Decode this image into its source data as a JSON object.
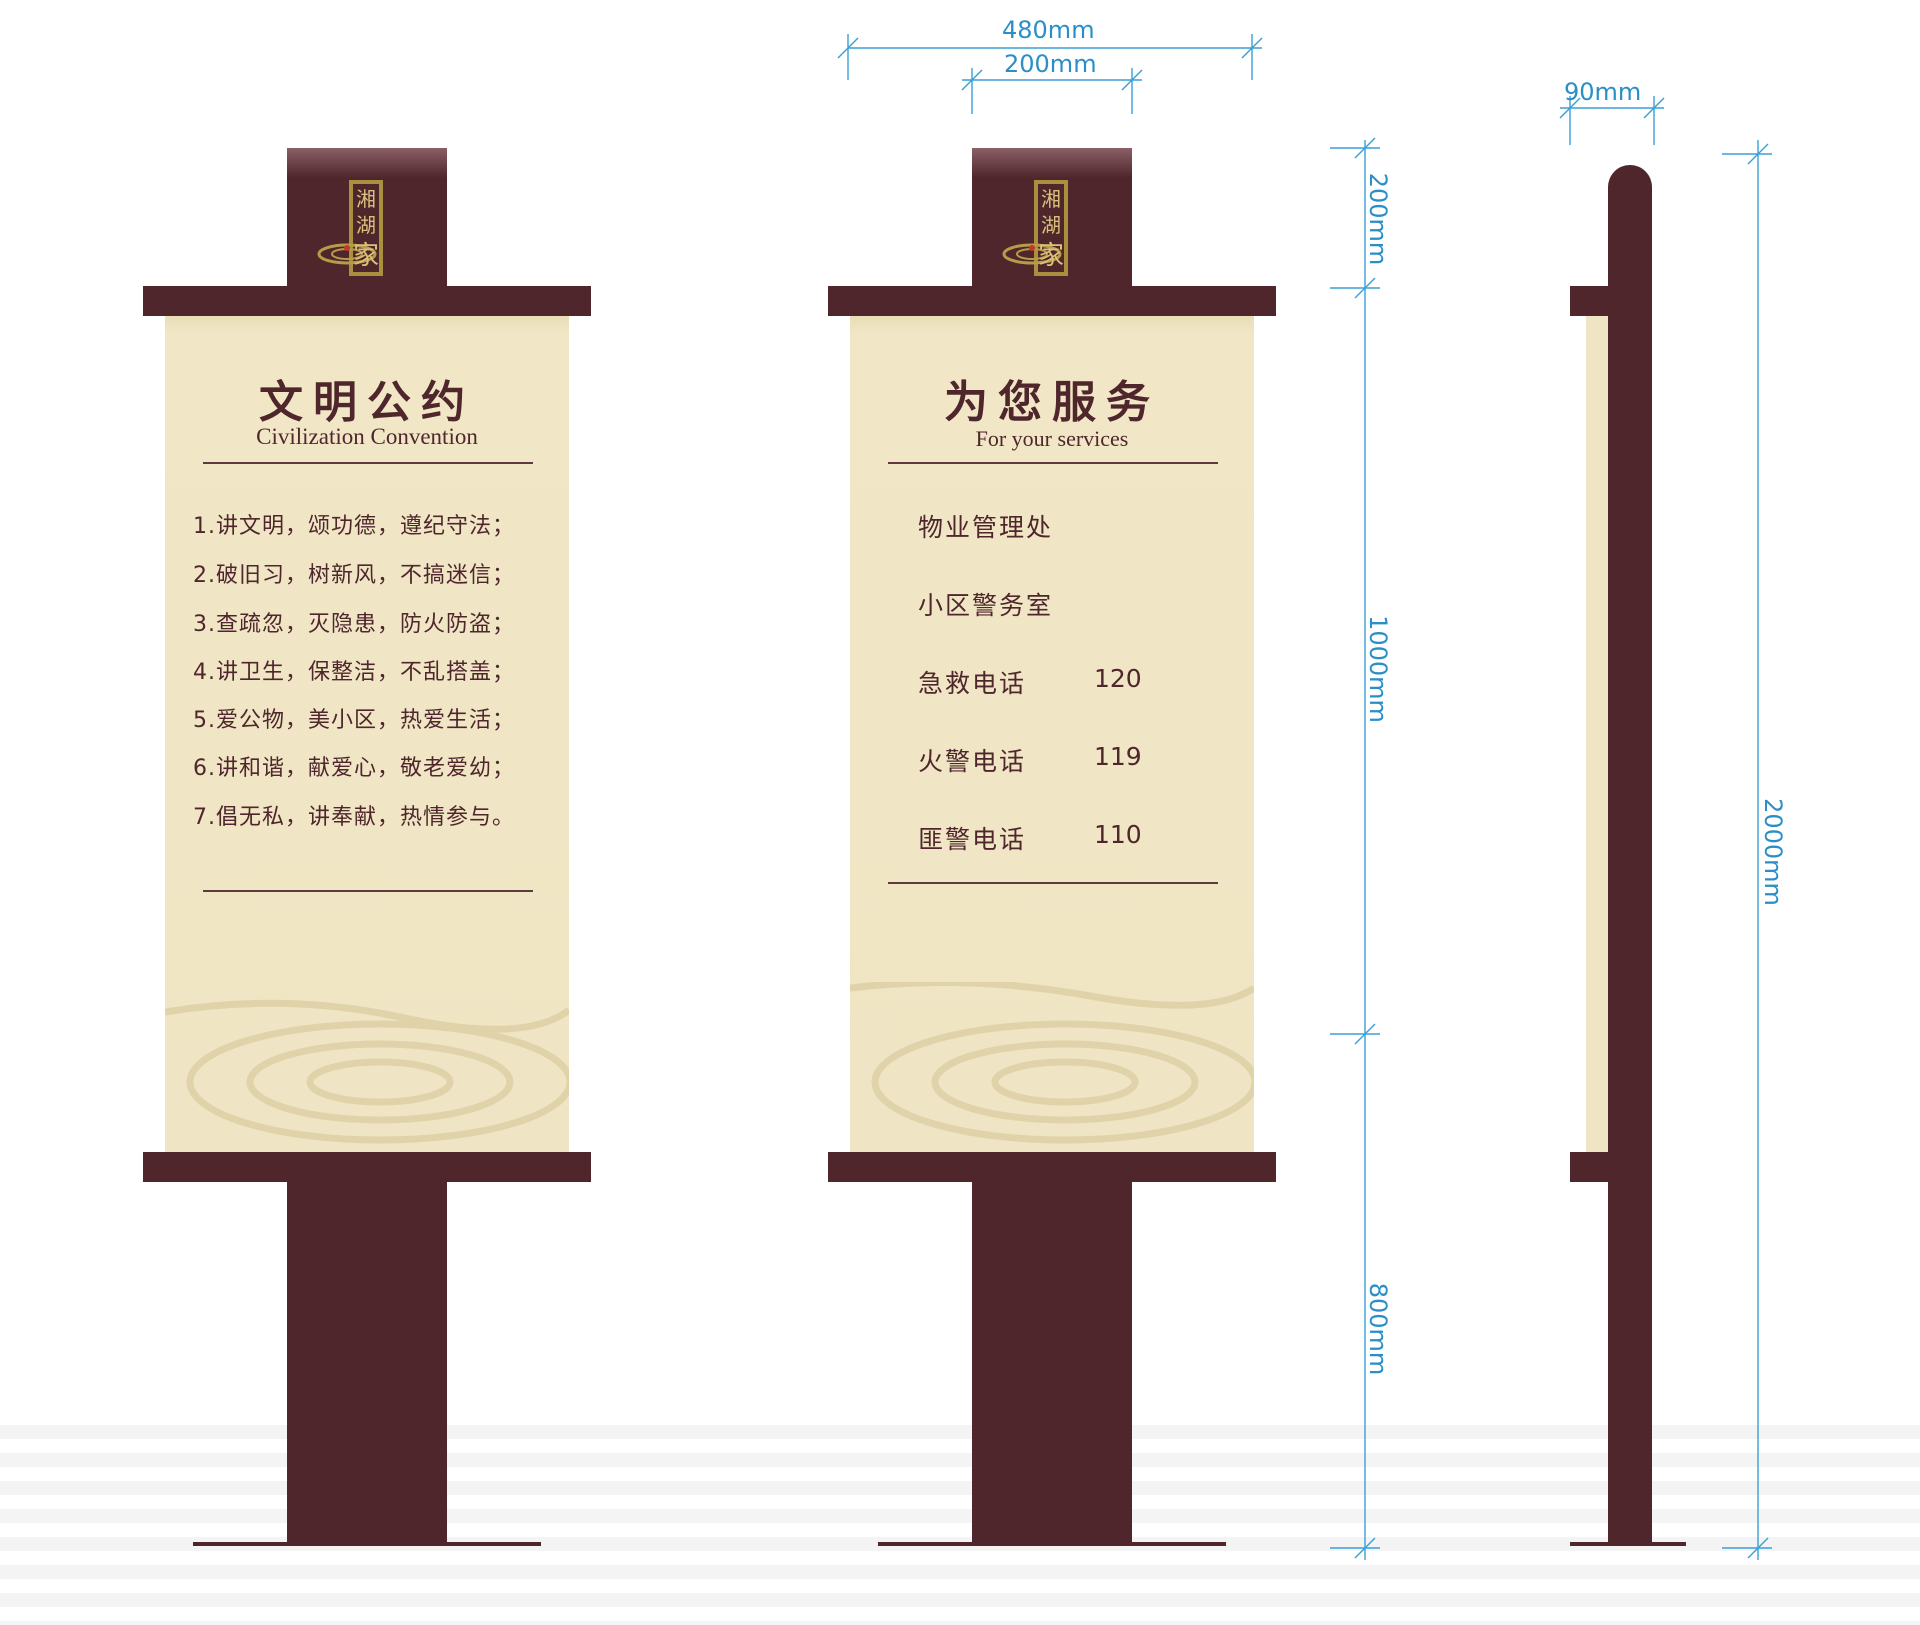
{
  "colors": {
    "frame": "#4e262c",
    "panel": "#efe5c4",
    "dimension": "#2a8fc8"
  },
  "logo": {
    "glyphs": [
      "湘",
      "湖",
      "家"
    ],
    "icon": "xianghu-logo-icon"
  },
  "sign_left": {
    "title_cn": "文明公约",
    "title_en": "Civilization Convention",
    "rules": [
      "1.讲文明，颂功德，遵纪守法；",
      "2.破旧习，树新风，不搞迷信；",
      "3.查疏忽，灭隐患，防火防盗；",
      "4.讲卫生，保整洁，不乱搭盖；",
      "5.爱公物，美小区，热爱生活；",
      "6.讲和谐，献爱心，敬老爱幼；",
      "7.倡无私，讲奉献，热情参与。"
    ]
  },
  "sign_center": {
    "title_cn": "为您服务",
    "title_en": "For your services",
    "services": [
      {
        "label": "物业管理处",
        "number": ""
      },
      {
        "label": "小区警务室",
        "number": ""
      },
      {
        "label": "急救电话",
        "number": "120"
      },
      {
        "label": "火警电话",
        "number": "119"
      },
      {
        "label": "匪警电话",
        "number": "110"
      }
    ]
  },
  "dimensions": {
    "total_width": "480mm",
    "cap_width": "200mm",
    "depth": "90mm",
    "cap_height": "200mm",
    "panel_height": "1000mm",
    "post_height": "800mm",
    "total_height": "2000mm"
  }
}
